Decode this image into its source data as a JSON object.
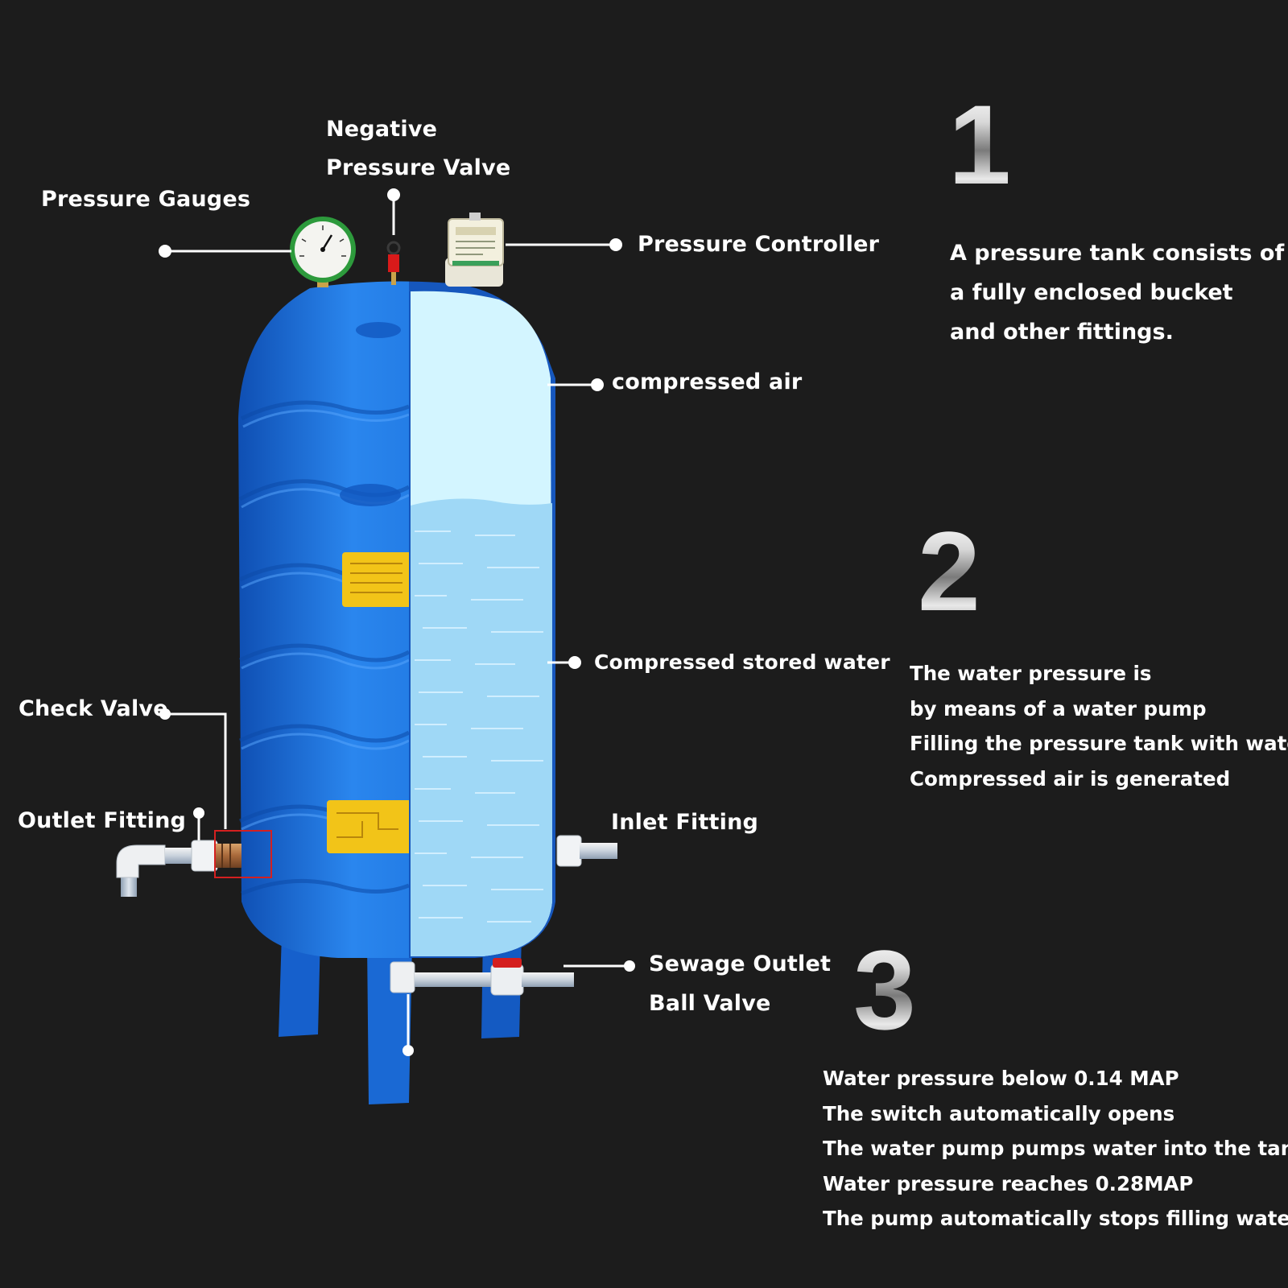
{
  "labels": {
    "negative_pressure_valve_line1": "Negative",
    "negative_pressure_valve_line2": "Pressure Valve",
    "pressure_gauges": "Pressure Gauges",
    "pressure_controller": "Pressure Controller",
    "compressed_air": "compressed air",
    "compressed_stored_water": "Compressed stored water",
    "check_valve": "Check Valve",
    "outlet_fitting": "Outlet Fitting",
    "inlet_fitting": "Inlet Fitting",
    "sewage_outlet_line1": "Sewage Outlet",
    "sewage_outlet_line2": "Ball Valve"
  },
  "steps": [
    {
      "number": "1",
      "lines": [
        "A pressure tank consists of",
        "a fully enclosed bucket",
        "and other fittings."
      ]
    },
    {
      "number": "2",
      "lines": [
        "The water pressure is",
        "by means of a water pump",
        "Filling the pressure tank with water",
        "Compressed air is generated"
      ]
    },
    {
      "number": "3",
      "lines": [
        "Water pressure below 0.14 MAP",
        "The switch automatically opens",
        "The water pump pumps water into the tank.",
        "Water pressure reaches 0.28MAP",
        "The pump automatically stops filling water."
      ]
    }
  ],
  "colors": {
    "background": "#1c1c1c",
    "tank_blue": "#1a6fd6",
    "air_fill": "#d3f5ff",
    "water_fill": "#9fd8f6",
    "label_text": "#ffffff",
    "highlight_box": "#d42020"
  }
}
